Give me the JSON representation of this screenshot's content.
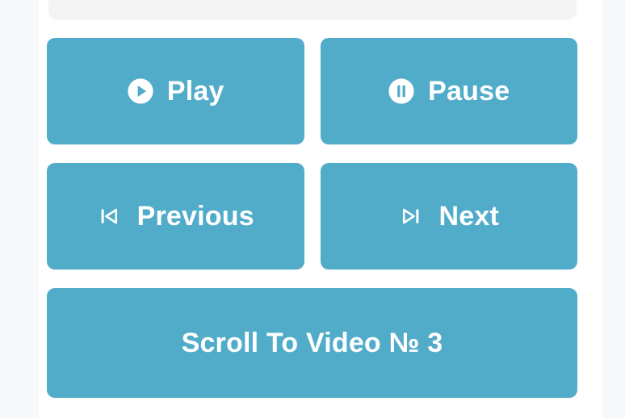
{
  "theme": {
    "page_background": "#f7f8fa",
    "card_background": "#ffffff",
    "panel_background": "#f4f4f5",
    "button_color": "#51acca",
    "button_text_color": "#ffffff"
  },
  "controls": {
    "rows": [
      {
        "buttons": [
          {
            "id": "play",
            "label": "Play",
            "icon": "play-circle-icon"
          },
          {
            "id": "pause",
            "label": "Pause",
            "icon": "pause-circle-icon"
          }
        ]
      },
      {
        "buttons": [
          {
            "id": "previous",
            "label": "Previous",
            "icon": "skip-previous-icon"
          },
          {
            "id": "next",
            "label": "Next",
            "icon": "skip-next-icon"
          }
        ]
      }
    ],
    "scroll_button": {
      "id": "scroll-to-video",
      "label": "Scroll To Video № 3"
    }
  }
}
